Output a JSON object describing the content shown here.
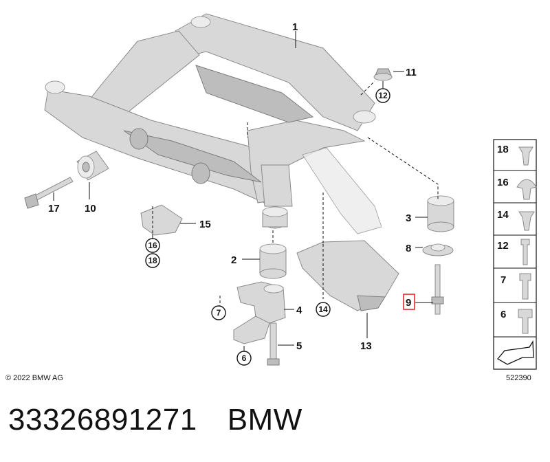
{
  "labels": {
    "l1": "1",
    "l2": "2",
    "l3": "3",
    "l4": "4",
    "l5": "5",
    "l6": "6",
    "l7": "7",
    "l8": "8",
    "l9": "9",
    "l10": "10",
    "l11": "11",
    "l12": "12",
    "l13": "13",
    "l14": "14",
    "l15": "15",
    "l16": "16",
    "l17": "17",
    "l18": "18"
  },
  "fastener_panel": {
    "items": [
      "18",
      "16",
      "14",
      "12",
      "7",
      "6"
    ]
  },
  "highlight_color": "#e0292b",
  "copyright": "© 2022 BMW AG",
  "diagram_number": "522390",
  "part_number": "33326891271",
  "brand": "BMW"
}
